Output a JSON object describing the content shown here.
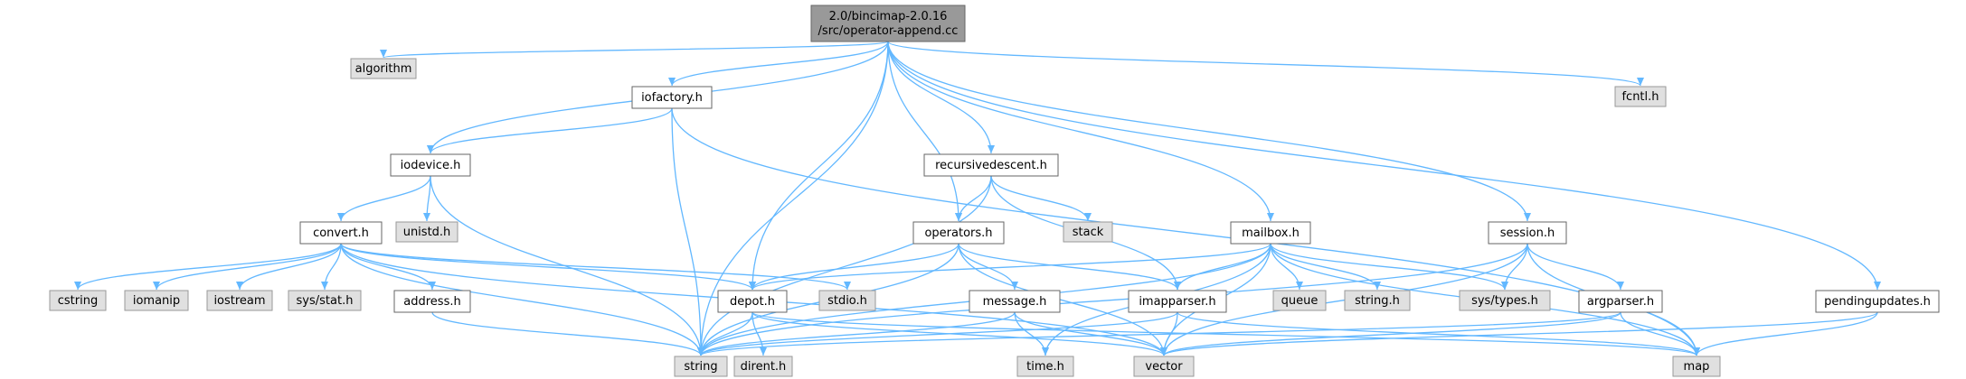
{
  "nodes": [
    {
      "id": "root",
      "lines": [
        "2.0/bincimap-2.0.16",
        "/src/operator-append.cc"
      ],
      "style": "root"
    },
    {
      "id": "algorithm",
      "lines": [
        "algorithm"
      ],
      "style": "ext"
    },
    {
      "id": "iofactory",
      "lines": [
        "iofactory.h"
      ],
      "style": "int"
    },
    {
      "id": "fcntl",
      "lines": [
        "fcntl.h"
      ],
      "style": "ext"
    },
    {
      "id": "iodevice",
      "lines": [
        "iodevice.h"
      ],
      "style": "int"
    },
    {
      "id": "recursivedescent",
      "lines": [
        "recursivedescent.h"
      ],
      "style": "int"
    },
    {
      "id": "convert",
      "lines": [
        "convert.h"
      ],
      "style": "int"
    },
    {
      "id": "unistd",
      "lines": [
        "unistd.h"
      ],
      "style": "ext"
    },
    {
      "id": "operators",
      "lines": [
        "operators.h"
      ],
      "style": "int"
    },
    {
      "id": "stack",
      "lines": [
        "stack"
      ],
      "style": "ext"
    },
    {
      "id": "mailbox",
      "lines": [
        "mailbox.h"
      ],
      "style": "int"
    },
    {
      "id": "session",
      "lines": [
        "session.h"
      ],
      "style": "int"
    },
    {
      "id": "cstring",
      "lines": [
        "cstring"
      ],
      "style": "ext"
    },
    {
      "id": "iomanip",
      "lines": [
        "iomanip"
      ],
      "style": "ext"
    },
    {
      "id": "iostream",
      "lines": [
        "iostream"
      ],
      "style": "ext"
    },
    {
      "id": "sysstat",
      "lines": [
        "sys/stat.h"
      ],
      "style": "ext"
    },
    {
      "id": "address",
      "lines": [
        "address.h"
      ],
      "style": "int"
    },
    {
      "id": "depot",
      "lines": [
        "depot.h"
      ],
      "style": "int"
    },
    {
      "id": "stdio",
      "lines": [
        "stdio.h"
      ],
      "style": "ext"
    },
    {
      "id": "message",
      "lines": [
        "message.h"
      ],
      "style": "int"
    },
    {
      "id": "imapparser",
      "lines": [
        "imapparser.h"
      ],
      "style": "int"
    },
    {
      "id": "queue",
      "lines": [
        "queue"
      ],
      "style": "ext"
    },
    {
      "id": "stringh",
      "lines": [
        "string.h"
      ],
      "style": "ext"
    },
    {
      "id": "systypes",
      "lines": [
        "sys/types.h"
      ],
      "style": "ext"
    },
    {
      "id": "argparser",
      "lines": [
        "argparser.h"
      ],
      "style": "int"
    },
    {
      "id": "pendingupdates",
      "lines": [
        "pendingupdates.h"
      ],
      "style": "int"
    },
    {
      "id": "string",
      "lines": [
        "string"
      ],
      "style": "ext"
    },
    {
      "id": "dirent",
      "lines": [
        "dirent.h"
      ],
      "style": "ext"
    },
    {
      "id": "timeh",
      "lines": [
        "time.h"
      ],
      "style": "ext"
    },
    {
      "id": "vector",
      "lines": [
        "vector"
      ],
      "style": "ext"
    },
    {
      "id": "map",
      "lines": [
        "map"
      ],
      "style": "ext"
    }
  ],
  "edges": [
    [
      "root",
      "algorithm"
    ],
    [
      "root",
      "iofactory"
    ],
    [
      "root",
      "fcntl"
    ],
    [
      "root",
      "iodevice"
    ],
    [
      "root",
      "recursivedescent"
    ],
    [
      "root",
      "operators"
    ],
    [
      "root",
      "mailbox"
    ],
    [
      "root",
      "session"
    ],
    [
      "root",
      "pendingupdates"
    ],
    [
      "root",
      "depot"
    ],
    [
      "root",
      "string"
    ],
    [
      "iofactory",
      "iodevice"
    ],
    [
      "iofactory",
      "string"
    ],
    [
      "iofactory",
      "map"
    ],
    [
      "iodevice",
      "convert"
    ],
    [
      "iodevice",
      "unistd"
    ],
    [
      "iodevice",
      "string"
    ],
    [
      "recursivedescent",
      "operators"
    ],
    [
      "recursivedescent",
      "stack"
    ],
    [
      "recursivedescent",
      "imapparser"
    ],
    [
      "recursivedescent",
      "string"
    ],
    [
      "convert",
      "cstring"
    ],
    [
      "convert",
      "iomanip"
    ],
    [
      "convert",
      "iostream"
    ],
    [
      "convert",
      "sysstat"
    ],
    [
      "convert",
      "address"
    ],
    [
      "convert",
      "depot"
    ],
    [
      "convert",
      "stdio"
    ],
    [
      "convert",
      "string"
    ],
    [
      "convert",
      "vector"
    ],
    [
      "operators",
      "depot"
    ],
    [
      "operators",
      "message"
    ],
    [
      "operators",
      "imapparser"
    ],
    [
      "operators",
      "string"
    ],
    [
      "operators",
      "vector"
    ],
    [
      "mailbox",
      "depot"
    ],
    [
      "mailbox",
      "imapparser"
    ],
    [
      "mailbox",
      "queue"
    ],
    [
      "mailbox",
      "stringh"
    ],
    [
      "mailbox",
      "systypes"
    ],
    [
      "mailbox",
      "vector"
    ],
    [
      "mailbox",
      "map"
    ],
    [
      "mailbox",
      "string"
    ],
    [
      "mailbox",
      "timeh"
    ],
    [
      "session",
      "systypes"
    ],
    [
      "session",
      "argparser"
    ],
    [
      "session",
      "map"
    ],
    [
      "session",
      "string"
    ],
    [
      "session",
      "vector"
    ],
    [
      "address",
      "string"
    ],
    [
      "depot",
      "dirent"
    ],
    [
      "depot",
      "string"
    ],
    [
      "depot",
      "vector"
    ],
    [
      "depot",
      "map"
    ],
    [
      "message",
      "string"
    ],
    [
      "message",
      "timeh"
    ],
    [
      "message",
      "vector"
    ],
    [
      "imapparser",
      "string"
    ],
    [
      "imapparser",
      "vector"
    ],
    [
      "imapparser",
      "map"
    ],
    [
      "argparser",
      "string"
    ],
    [
      "argparser",
      "vector"
    ],
    [
      "argparser",
      "map"
    ],
    [
      "pendingupdates",
      "vector"
    ],
    [
      "pendingupdates",
      "map"
    ]
  ],
  "colors": {
    "edge": "#63b8ff",
    "root_fill": "#999999",
    "int_fill": "#ffffff",
    "ext_fill": "#e0e0e0",
    "border": "#666666",
    "ext_border": "#999999"
  }
}
